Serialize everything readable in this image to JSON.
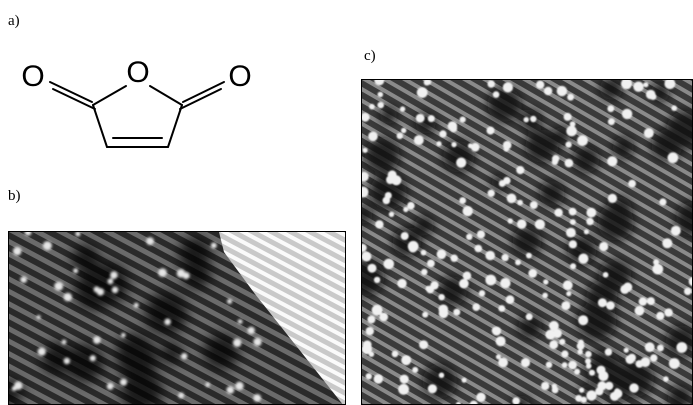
{
  "figure": {
    "panels": [
      {
        "label": "a)"
      },
      {
        "label": "b)"
      },
      {
        "label": "c)"
      }
    ],
    "molecule": {
      "atoms": [
        {
          "symbol": "O",
          "role": "ring-oxygen"
        },
        {
          "symbol": "O",
          "role": "carbonyl-left"
        },
        {
          "symbol": "O",
          "role": "carbonyl-right"
        }
      ]
    },
    "colors": {
      "stm_dark": "#1a1a1a",
      "stm_mid": "#5a5a5a",
      "stm_bright": "#f2f2f2"
    }
  }
}
